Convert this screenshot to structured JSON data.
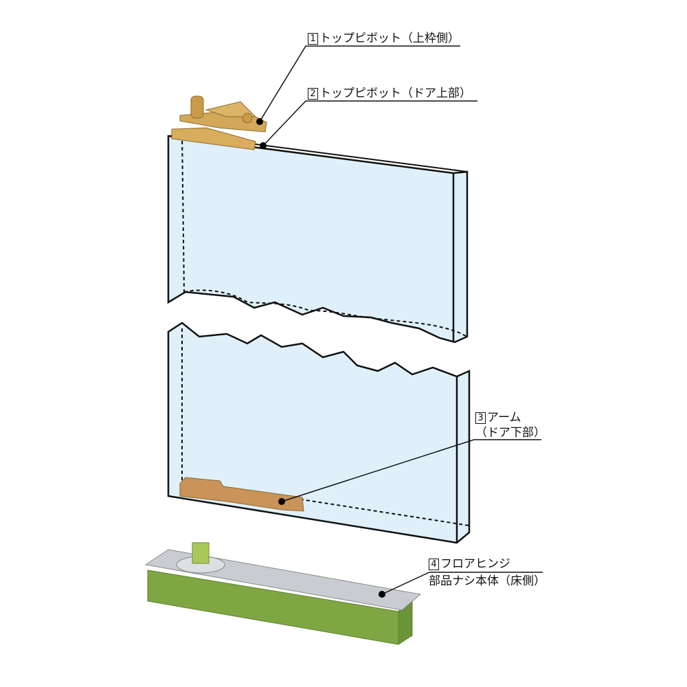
{
  "title": "Floor hinge parts diagram",
  "colors": {
    "glass": "#dff0fa",
    "brass": "#d4a85a",
    "green": "#7ea743",
    "steel": "#c9cdd1"
  },
  "labels": [
    {
      "num": "1",
      "text": "トップピボット（上枠側）"
    },
    {
      "num": "2",
      "text": "トップピボット（ドア上部）"
    },
    {
      "num": "3",
      "text": "アーム",
      "text2": "（ドア下部）"
    },
    {
      "num": "4",
      "text": "フロアヒンジ",
      "text2": "部品ナシ本体（床側）"
    }
  ]
}
